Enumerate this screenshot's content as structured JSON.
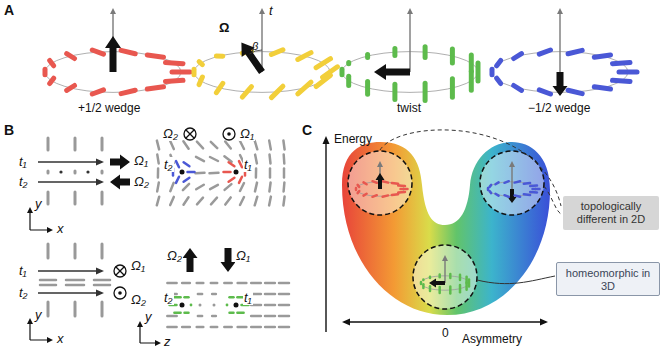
{
  "diagram": {
    "nodes": [
      {
        "text": [
          "topologically different in 2D"
        ]
      },
      {
        "text": [
          "homeomorphic in 3D"
        ]
      }
    ],
    "labels": [
      "A",
      "Ω",
      "t",
      "β",
      "+1/2 wedge",
      "twist",
      "−1/2 wedge",
      "B",
      "t₁",
      "Ω₁",
      "t₂",
      "Ω₂",
      "Ω₂",
      "Ω₁",
      "t₂",
      "t₁",
      "y",
      "x",
      "t₁",
      "Ω₁",
      "t₂",
      "Ω₂",
      "y",
      "x",
      "Ω₂",
      "Ω₁",
      "t₂",
      "t₁",
      "y",
      "z",
      "C",
      "Energy",
      "0",
      "Asymmetry"
    ]
  }
}
